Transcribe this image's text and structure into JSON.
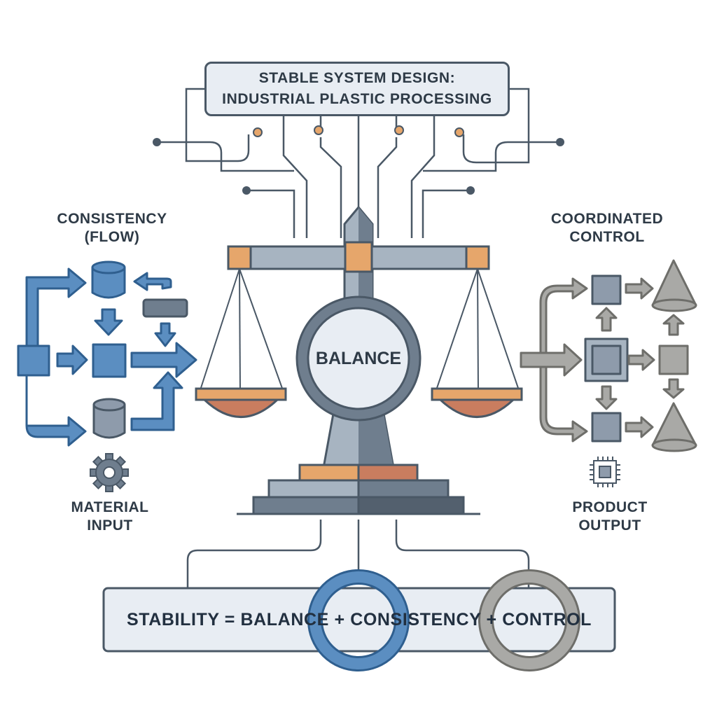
{
  "title": {
    "line1": "STABLE SYSTEM DESIGN:",
    "line2": "INDUSTRIAL PLASTIC PROCESSING"
  },
  "labels": {
    "consistency_line1": "CONSISTENCY",
    "consistency_line2": "(FLOW)",
    "coordinated_line1": "COORDINATED",
    "coordinated_line2": "CONTROL",
    "material_line1": "MATERIAL",
    "material_line2": "INPUT",
    "product_line1": "PRODUCT",
    "product_line2": "OUTPUT",
    "balance": "BALANCE"
  },
  "formula": "STABILITY = BALANCE + CONSISTENCY + CONTROL",
  "colors": {
    "outline": "#4a5866",
    "blue": "#5b8ec1",
    "blue_outline": "#2f5f8f",
    "gray": "#a9a9a6",
    "gray_outline": "#6e6e6a",
    "orange": "#e6a66b",
    "terracotta": "#c97d5f",
    "steel": "#a7b4c1",
    "steel_dark": "#6f7e8e",
    "panel_fill": "#e8edf3"
  },
  "icons": [
    "gear-icon",
    "chip-icon",
    "database-icon",
    "cone-icon",
    "balance-scale-icon"
  ]
}
